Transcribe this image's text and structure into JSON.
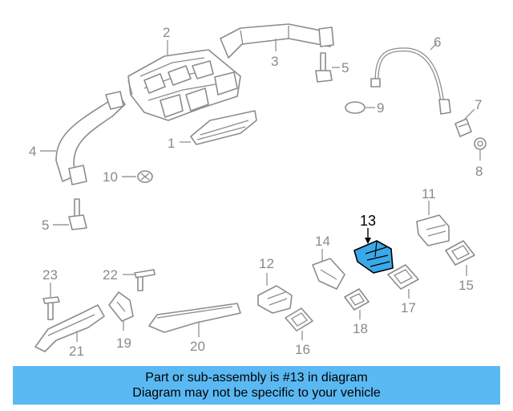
{
  "highlight_color": "#3aa9e8",
  "banner_color": "#5ab9f3",
  "banner": {
    "line1": "Part or sub-assembly is #13 in diagram",
    "line2": "Diagram may not be specific to your vehicle"
  },
  "callouts": {
    "c1": "1",
    "c2": "2",
    "c3": "3",
    "c4": "4",
    "c5a": "5",
    "c5b": "5",
    "c6": "6",
    "c7": "7",
    "c8": "8",
    "c9": "9",
    "c10": "10",
    "c11": "11",
    "c12": "12",
    "c13": "13",
    "c14": "14",
    "c15": "15",
    "c16": "16",
    "c17": "17",
    "c18": "18",
    "c19": "19",
    "c20": "20",
    "c21": "21",
    "c22": "22",
    "c23": "23"
  }
}
